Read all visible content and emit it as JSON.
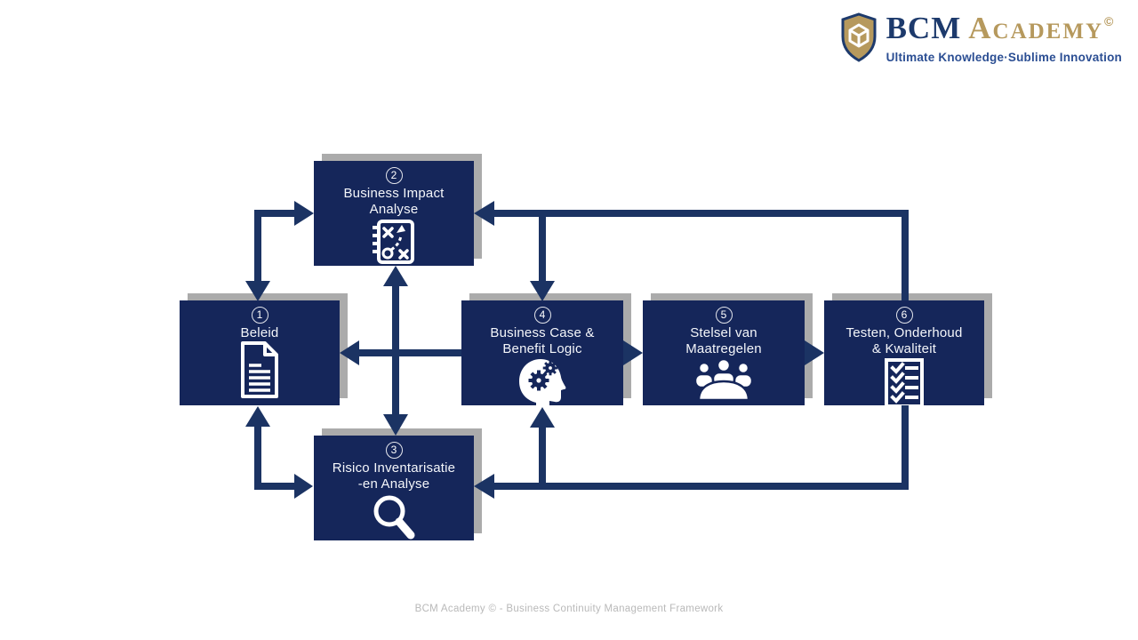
{
  "logo": {
    "brand_primary": "BCM",
    "brand_secondary": "Academy",
    "copyright_mark": "©",
    "tagline": "Ultimate Knowledge·Sublime Innovation",
    "colors": {
      "navy": "#1D3A6C",
      "gold": "#B6995D",
      "tagline_blue": "#2B4E93"
    }
  },
  "diagram": {
    "colors": {
      "box_navy": "#15265A",
      "arrow_navy": "#1B3363",
      "shadow_gray": "#ABABAB",
      "text": "#FFFFFF"
    },
    "boxes": [
      {
        "number": "1",
        "title": "Beleid",
        "icon": "document-icon"
      },
      {
        "number": "2",
        "title": "Business Impact\nAnalyse",
        "icon": "strategy-icon"
      },
      {
        "number": "3",
        "title": "Risico Inventarisatie\n-en Analyse",
        "icon": "magnifier-icon"
      },
      {
        "number": "4",
        "title": "Business Case &\nBenefit Logic",
        "icon": "head-gears-icon"
      },
      {
        "number": "5",
        "title": "Stelsel van\nMaatregelen",
        "icon": "people-icon"
      },
      {
        "number": "6",
        "title": "Testen, Onderhoud\n& Kwaliteit",
        "icon": "checklist-icon"
      }
    ]
  },
  "footer": {
    "caption": "BCM Academy © - Business Continuity Management Framework"
  }
}
